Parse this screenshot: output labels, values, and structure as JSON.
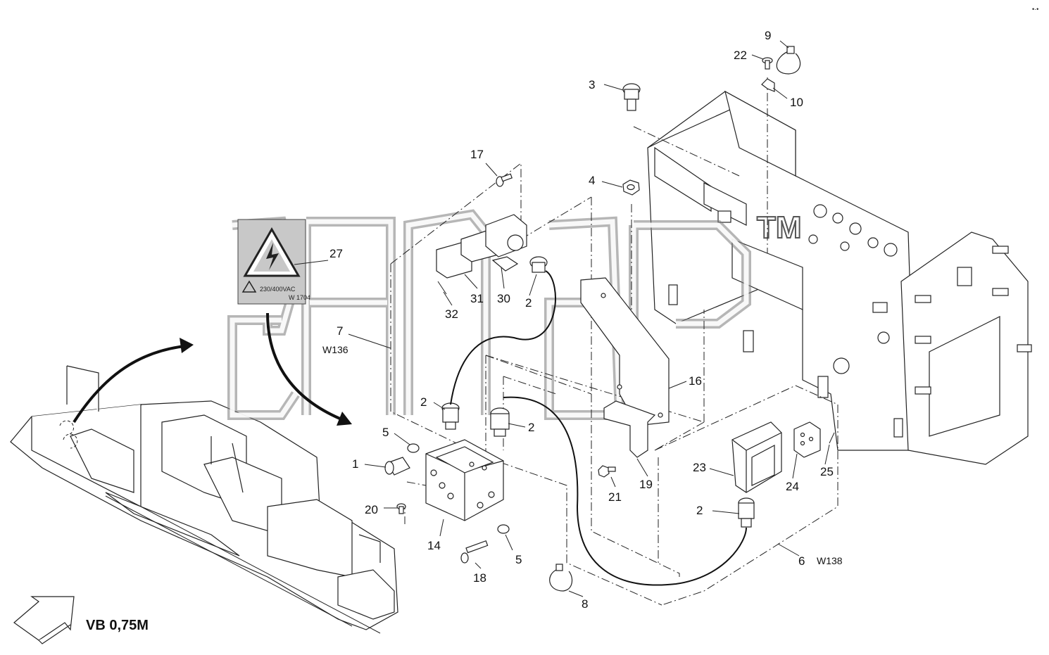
{
  "view_label": "VB 0,75M",
  "watermark": {
    "trademark": "TM"
  },
  "warning_label": {
    "voltage_text": "230/400VAC",
    "code_text": "W 1704"
  },
  "wires": {
    "w136": "W136",
    "w138": "W138"
  },
  "callouts": {
    "c1": "1",
    "c2a": "2",
    "c2b": "2",
    "c2c": "2",
    "c2d": "2",
    "c3": "3",
    "c4": "4",
    "c5a": "5",
    "c5b": "5",
    "c6": "6",
    "c7": "7",
    "c8": "8",
    "c9": "9",
    "c10": "10",
    "c14": "14",
    "c16": "16",
    "c17": "17",
    "c18": "18",
    "c19": "19",
    "c20": "20",
    "c21": "21",
    "c22": "22",
    "c23": "23",
    "c24": "24",
    "c25": "25",
    "c27": "27",
    "c30": "30",
    "c31": "31",
    "c32": "32"
  },
  "colors": {
    "line": "#222222",
    "sticker": "#c8c8c8",
    "watermark": "#7a7a7a"
  }
}
